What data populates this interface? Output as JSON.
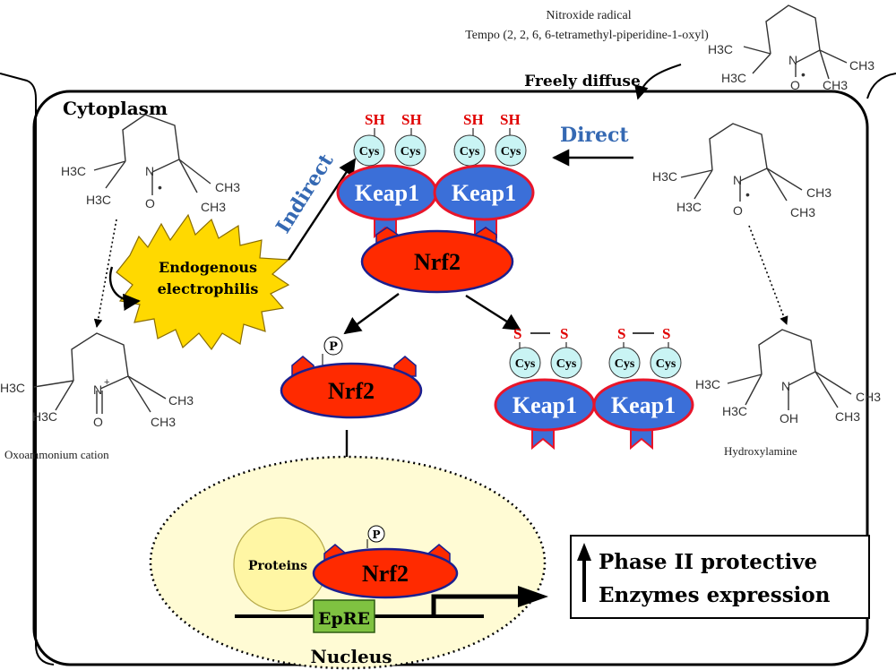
{
  "labels": {
    "nitroxide_radical": "Nitroxide radical",
    "tempo": "Tempo (2, 2, 6, 6-tetramethyl-piperidine-1-oxyl)",
    "freely_diffuse": "Freely diffuse",
    "cytoplasm": "Cytoplasm",
    "direct": "Direct",
    "indirect": "Indirect",
    "endogenous_line1": "Endogenous",
    "endogenous_line2": "electrophilis",
    "oxoammonium": "Oxoammonium cation",
    "hydroxylamine": "Hydroxylamine",
    "proteins": "Proteins",
    "epre": "EpRE",
    "nucleus": "Nucleus",
    "phase_line1": "Phase II protective",
    "phase_line2": "Enzymes expression"
  },
  "proteins": {
    "keap1": "Keap1",
    "nrf2": "Nrf2",
    "cys": "Cys",
    "sh": "SH",
    "s": "S",
    "p": "P"
  },
  "chem": {
    "h3c": "H3C",
    "ch3": "CH3",
    "n": "N",
    "o": "O",
    "oh": "OH",
    "radical_dot": "•",
    "plus": "+"
  },
  "colors": {
    "keap_fill": "#3b6fd8",
    "keap_stroke": "#e8152a",
    "nrf_fill": "#ff2a00",
    "nrf_stroke": "#1b1f8f",
    "cys_fill": "#c9f4f4",
    "sh_text": "#e00000",
    "star_fill": "#ffd900",
    "nucleus_fill": "#fffbd4",
    "proteins_fill": "#fff6a4",
    "epre_fill": "#7fc241",
    "direct_text": "#3569b3"
  }
}
